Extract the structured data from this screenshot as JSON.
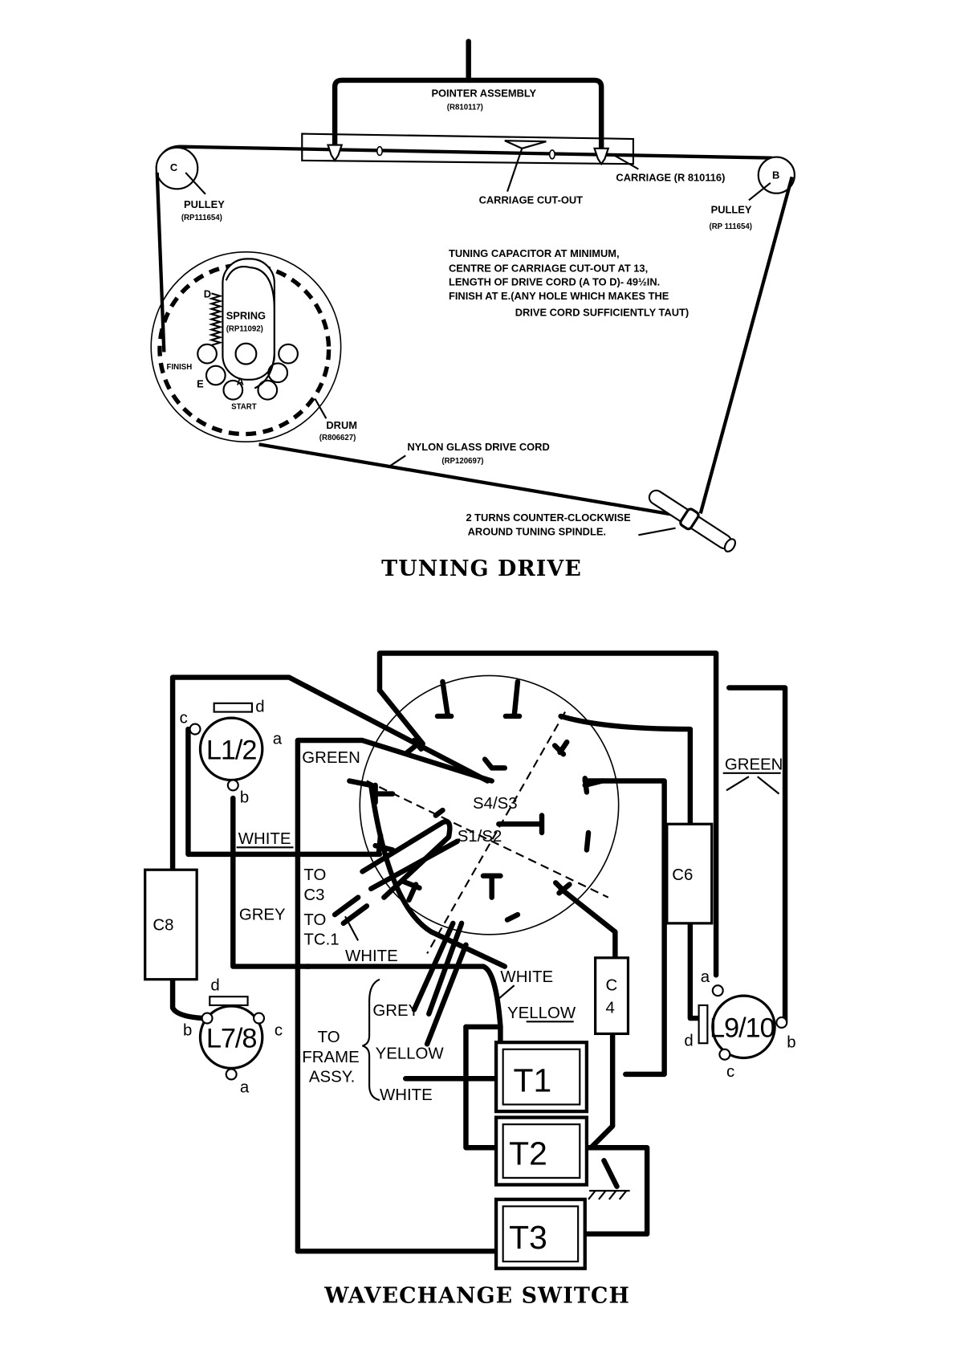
{
  "tuning": {
    "title": "TUNING DRIVE",
    "pointer_label": "POINTER ASSEMBLY",
    "pointer_part": "(R810117)",
    "carriage_label": "CARRIAGE (R 810116)",
    "cutout_label": "CARRIAGE CUT-OUT",
    "pulley_c": {
      "letter": "C",
      "label": "PULLEY",
      "part": "(RP111654)"
    },
    "pulley_b": {
      "letter": "B",
      "label": "PULLEY",
      "part": "(RP 111654)"
    },
    "notes": [
      "TUNING CAPACITOR AT MINIMUM,",
      "CENTRE OF CARRIAGE CUT-OUT AT 13,",
      "LENGTH OF DRIVE CORD (A TO D)- 49½IN.",
      "FINISH AT E.(ANY HOLE WHICH MAKES THE",
      "DRIVE CORD SUFFICIENTLY TAUT)"
    ],
    "drum": {
      "d": "D",
      "spring": "SPRING",
      "spring_part": "(RP11092)",
      "finish": "FINISH",
      "e": "E",
      "a": "A",
      "start": "START",
      "label": "DRUM",
      "part": "(R806627)"
    },
    "cord_label": "NYLON GLASS DRIVE CORD",
    "cord_part": "(RP120697)",
    "spindle_line1": "2 TURNS  COUNTER-CLOCKWISE",
    "spindle_line2": "AROUND TUNING SPINDLE."
  },
  "wavechange": {
    "title": "WAVECHANGE SWITCH",
    "coils": {
      "l12": "L1/2",
      "l78": "L7/8",
      "l910": "L9/10"
    },
    "pins": {
      "a": "a",
      "b": "b",
      "c": "c",
      "d": "d"
    },
    "caps": {
      "c8": "C8",
      "c6": "C6",
      "c4_top": "C",
      "c4_bottom": "4"
    },
    "transformers": {
      "t1": "T1",
      "t2": "T2",
      "t3": "T3"
    },
    "wafers": {
      "s4s3": "S4/S3",
      "s1s2": "S1/S2"
    },
    "wires": {
      "green_left": "GREEN",
      "green_right": "GREEN",
      "white_left": "WHITE",
      "grey_left": "GREY",
      "white_tc": "WHITE",
      "white_right": "WHITE",
      "yellow_right": "YELLOW"
    },
    "to_c3": [
      "TO",
      "C3"
    ],
    "to_tc1": [
      "TO",
      "TC.1"
    ],
    "to_frame": [
      "TO",
      "FRAME",
      "ASSY."
    ],
    "frame_wires": [
      "GREY",
      "YELLOW",
      "WHITE"
    ]
  }
}
